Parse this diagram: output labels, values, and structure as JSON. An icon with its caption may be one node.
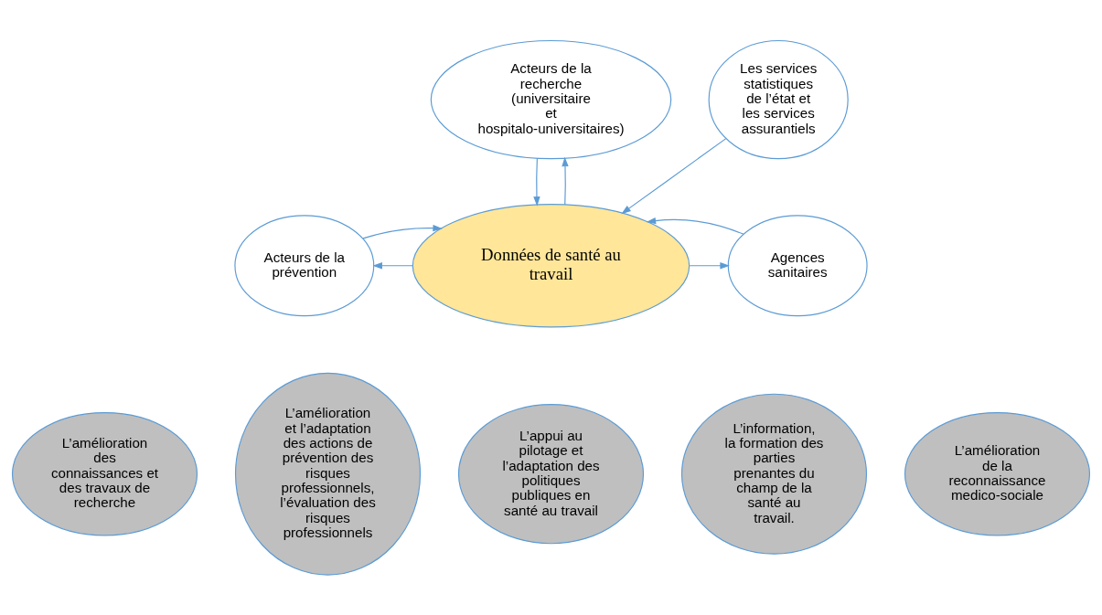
{
  "diagram": {
    "nodes": [
      {
        "text": [
          "Acteurs de la recherche (universitaire et hospitalo-universitaires)"
        ]
      },
      {
        "text": [
          "Les services statistiques de l’état et les services assurantiels"
        ]
      },
      {
        "text": [
          "Données de santé au travail"
        ]
      },
      {
        "text": [
          "Acteurs de la prévention"
        ]
      },
      {
        "text": [
          "Agences sanitaires"
        ]
      },
      {
        "text": [
          "L’amélioration des connaissances et des travaux de recherche"
        ]
      },
      {
        "text": [
          "L’amélioration et l’adaptation des actions de prévention des risques professionnels, l’évaluation des risques professionnels"
        ]
      },
      {
        "text": [
          "L’appui au pilotage et l’adaptation des politiques publiques en santé au travail"
        ]
      },
      {
        "text": [
          "L’information, la formation des parties prenantes du champ de la santé au travail."
        ]
      },
      {
        "text": [
          "L’amélioration de la reconnaissance medico-sociale"
        ]
      }
    ],
    "edges": [
      {
        "from": 2,
        "to": 0,
        "arrow": "to"
      },
      {
        "from": 0,
        "to": 2,
        "arrow": "to"
      },
      {
        "from": 1,
        "to": 2,
        "arrow": "to"
      },
      {
        "from": 2,
        "to": 3,
        "arrow": "to"
      },
      {
        "from": 3,
        "to": 2,
        "arrow": "to"
      },
      {
        "from": 2,
        "to": 4,
        "arrow": "to"
      },
      {
        "from": 4,
        "to": 2,
        "arrow": "to"
      }
    ]
  }
}
